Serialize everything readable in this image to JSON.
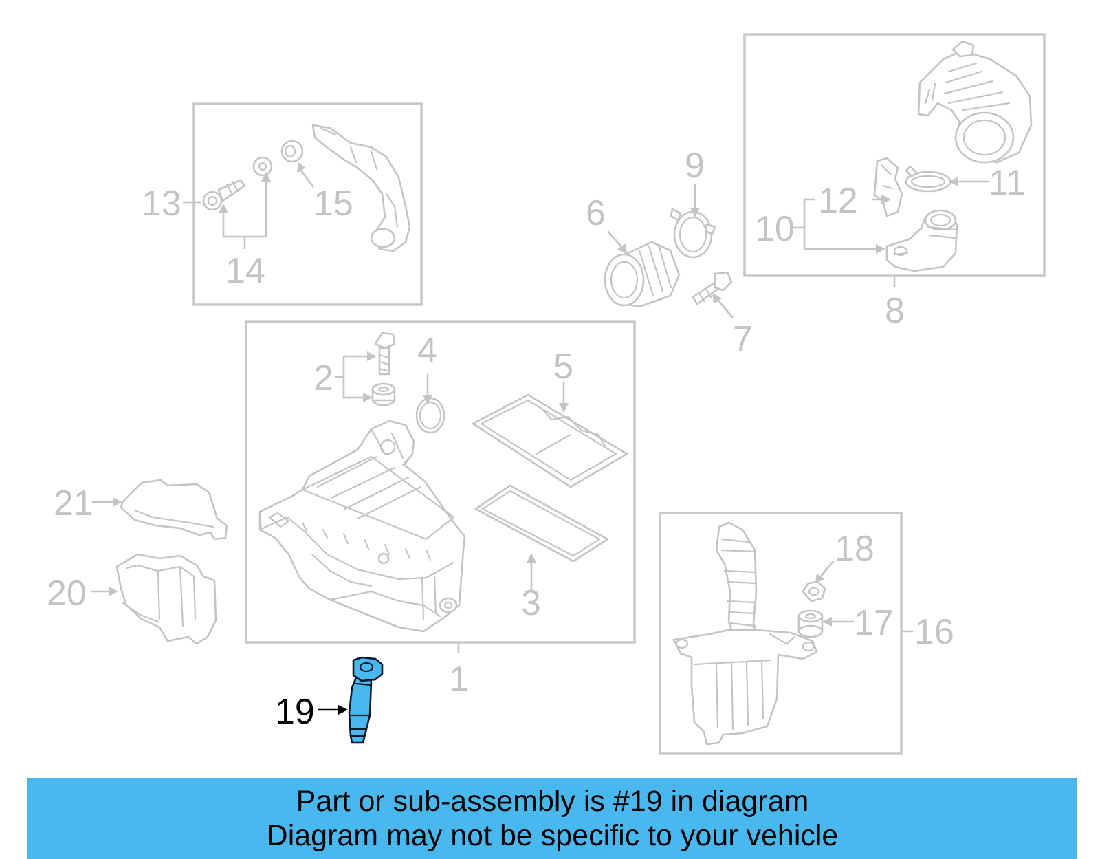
{
  "callouts": {
    "c1": "1",
    "c2": "2",
    "c3": "3",
    "c4": "4",
    "c5": "5",
    "c6": "6",
    "c7": "7",
    "c8": "8",
    "c9": "9",
    "c10": "10",
    "c11": "11",
    "c12": "12",
    "c13": "13",
    "c14": "14",
    "c15": "15",
    "c16": "16",
    "c17": "17",
    "c18": "18",
    "c19": "19",
    "c20": "20",
    "c21": "21"
  },
  "highlighted_part": "19",
  "colors": {
    "highlight": "#49b8ef",
    "muted_line": "#c4c4c4",
    "banner_background": "#49b8ef"
  },
  "banner": {
    "line1": "Part or sub-assembly is #19 in diagram",
    "line2": "Diagram may not be specific to your vehicle"
  }
}
